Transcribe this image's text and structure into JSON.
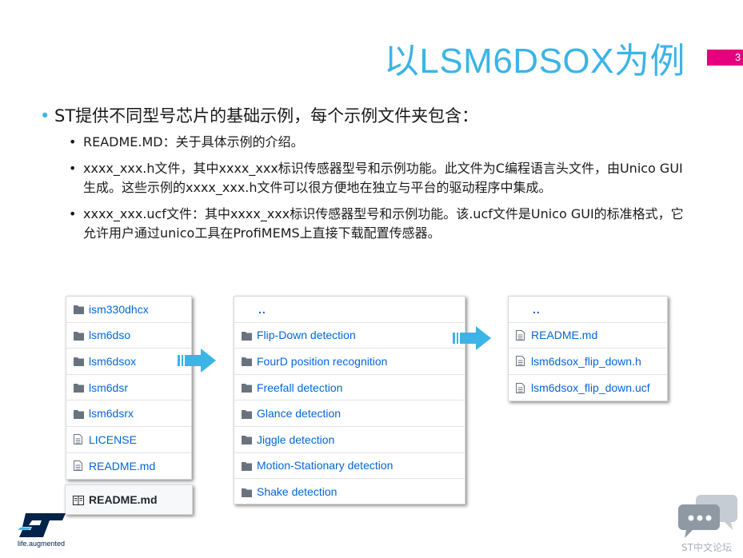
{
  "slide": {
    "title": "以LSM6DSOX为例",
    "page_number": "3"
  },
  "bullets": {
    "main": "ST提供不同型号芯片的基础示例，每个示例文件夹包含：",
    "sub": [
      "README.MD：关于具体示例的介绍。",
      "xxxx_xxx.h文件，其中xxxx_xxx标识传感器型号和示例功能。此文件为C编程语言头文件，由Unico GUI生成。这些示例的xxxx_xxx.h文件可以很方便地在独立与平台的驱动程序中集成。",
      "xxxx_xxx.ucf文件：其中xxxx_xxx标识传感器型号和示例功能。该.ucf文件是Unico GUI的标准格式，它允许用户通过unico工具在ProfiMEMS上直接下载配置传感器。"
    ]
  },
  "panel_sensors": {
    "items": [
      {
        "label": "ism330dhcx",
        "icon": "folder-icon"
      },
      {
        "label": "lsm6dso",
        "icon": "folder-icon"
      },
      {
        "label": "lsm6dsox",
        "icon": "folder-icon"
      },
      {
        "label": "lsm6dsr",
        "icon": "folder-icon"
      },
      {
        "label": "lsm6dsrx",
        "icon": "folder-icon"
      },
      {
        "label": "LICENSE",
        "icon": "file-icon"
      },
      {
        "label": "README.md",
        "icon": "file-icon"
      }
    ],
    "readme_header": "README.md"
  },
  "panel_examples": {
    "parent": "..",
    "items": [
      {
        "label": "Flip-Down detection",
        "icon": "folder-icon"
      },
      {
        "label": "FourD position recognition",
        "icon": "folder-icon"
      },
      {
        "label": "Freefall detection",
        "icon": "folder-icon"
      },
      {
        "label": "Glance detection",
        "icon": "folder-icon"
      },
      {
        "label": "Jiggle detection",
        "icon": "folder-icon"
      },
      {
        "label": "Motion-Stationary detection",
        "icon": "folder-icon"
      },
      {
        "label": "Shake detection",
        "icon": "folder-icon"
      }
    ]
  },
  "panel_files": {
    "parent": "..",
    "items": [
      {
        "label": "README.md",
        "icon": "file-icon"
      },
      {
        "label": "lsm6dsox_flip_down.h",
        "icon": "file-icon"
      },
      {
        "label": "lsm6dsox_flip_down.ucf",
        "icon": "file-icon"
      }
    ]
  },
  "branding": {
    "tagline": "life.augmented",
    "forum_label": "ST中文论坛"
  },
  "colors": {
    "accent": "#3cb4e6",
    "link": "#0366d6",
    "page_box": "#e6007e",
    "st_navy": "#03234b"
  }
}
